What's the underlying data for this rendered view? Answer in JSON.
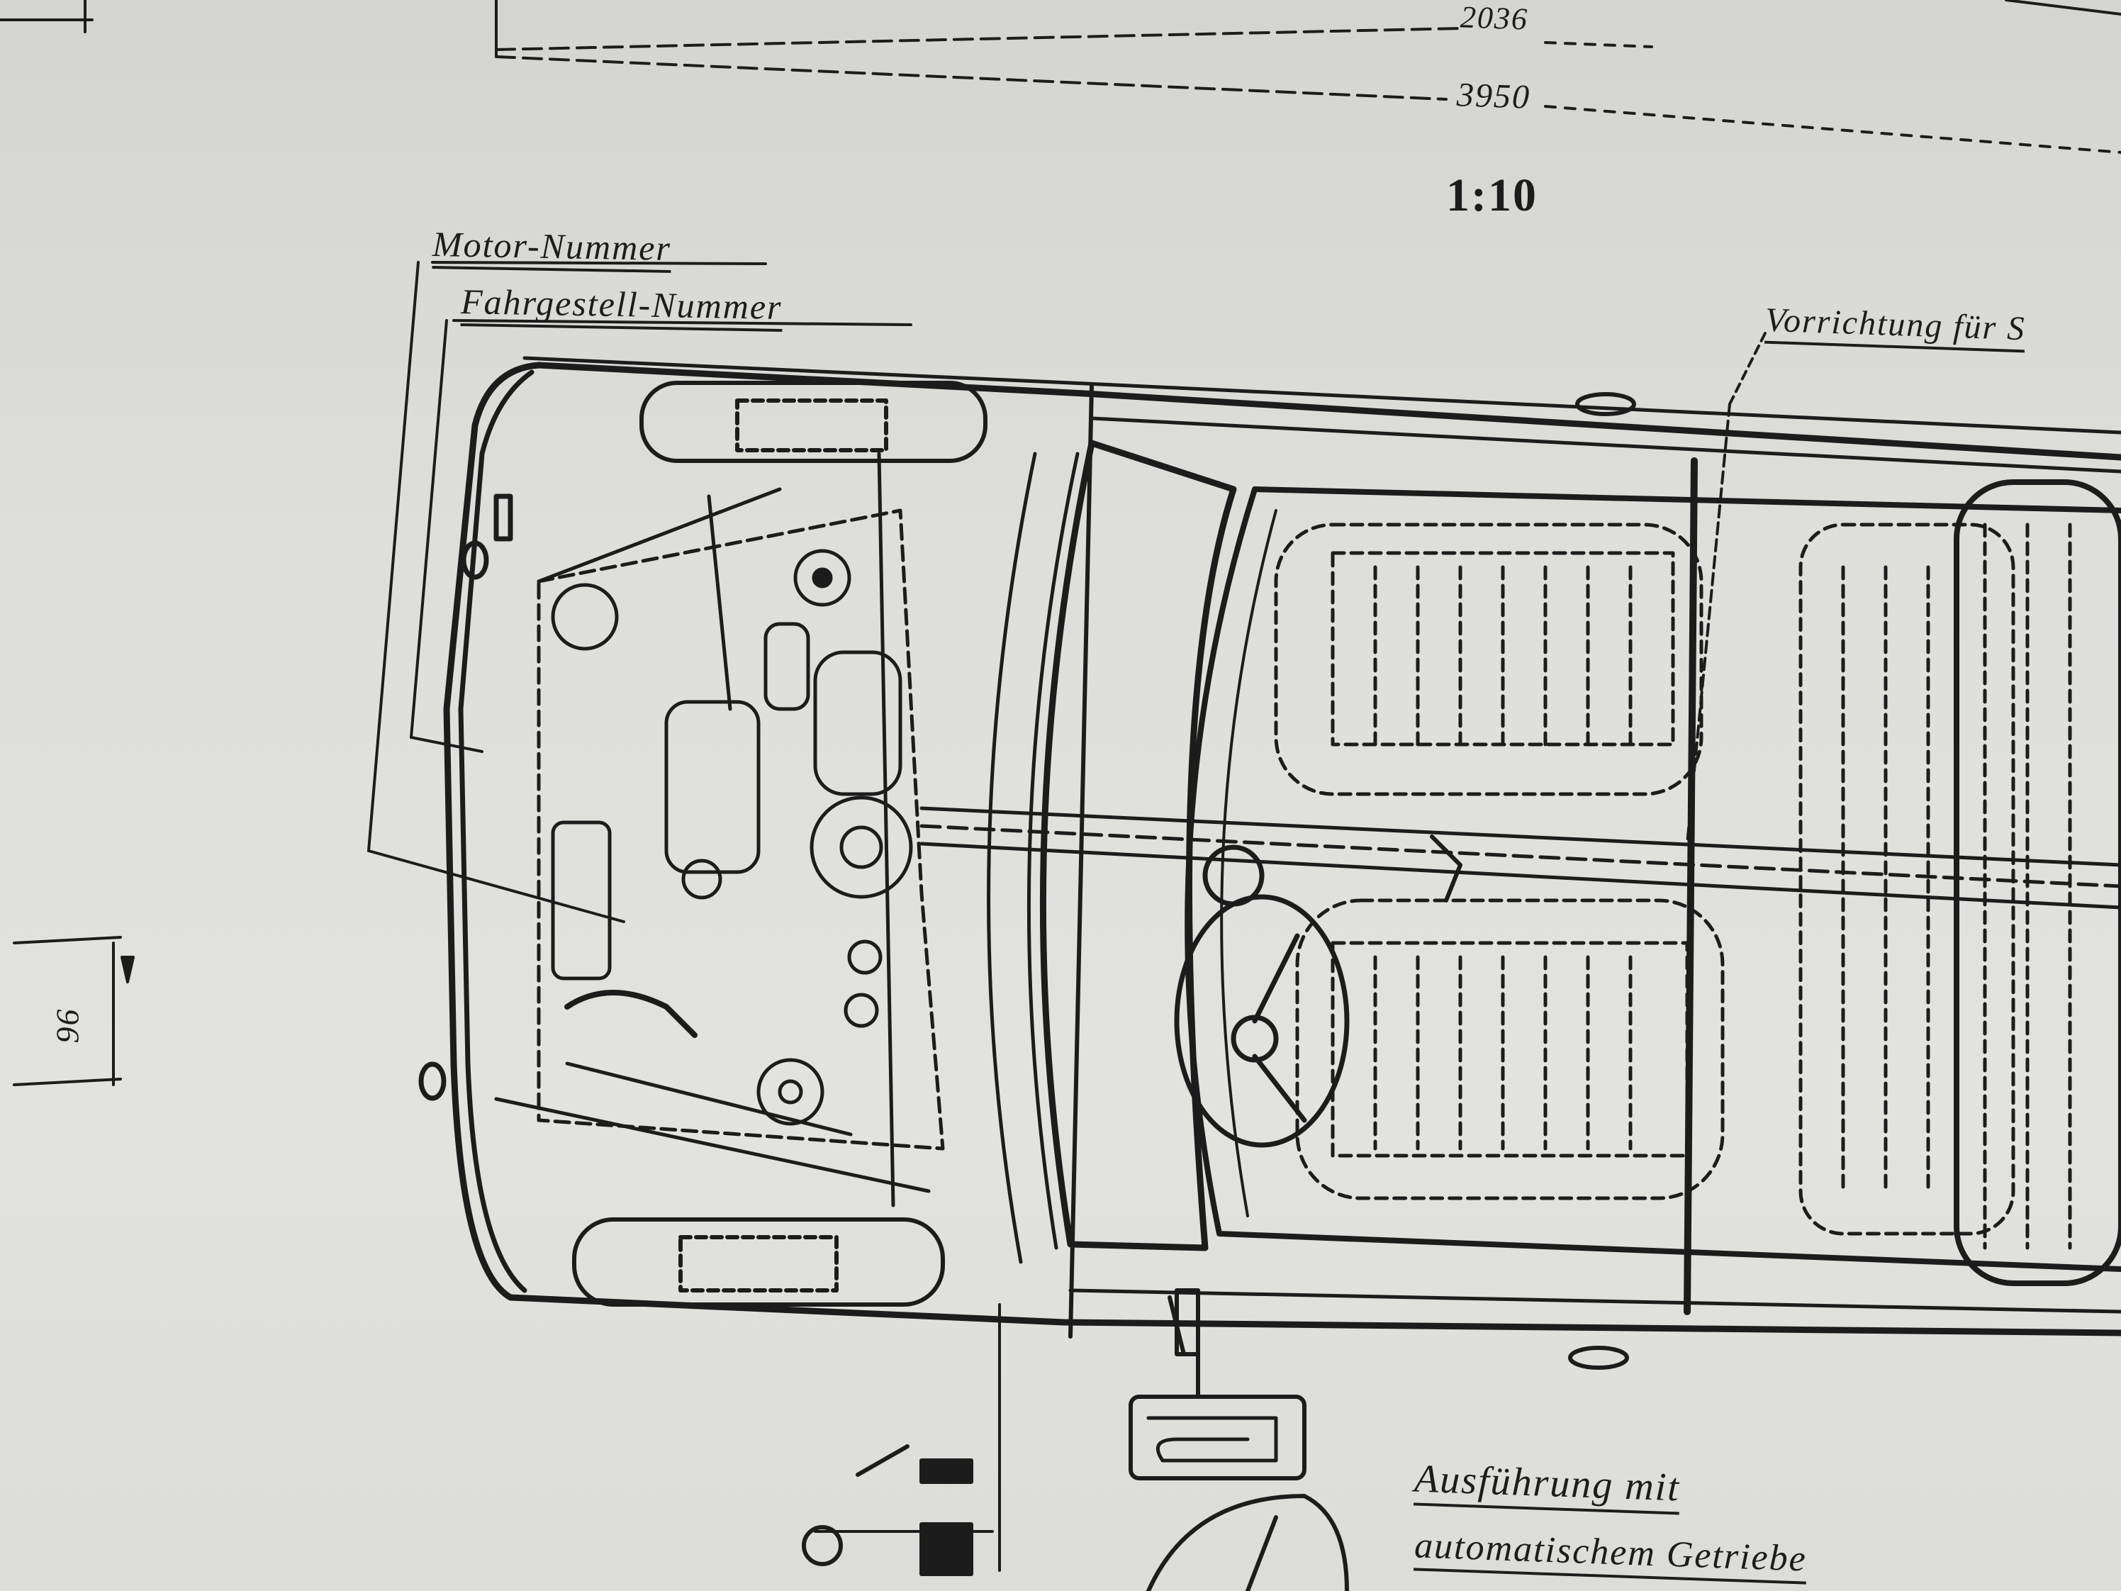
{
  "dimensions": {
    "dim_a": "2036",
    "dim_b": "3950",
    "scale": "1:10",
    "side_dim": "96"
  },
  "labels": {
    "motor_nummer": "Motor-Nummer",
    "fahrgestell_nummer": "Fahrgestell-Nummer",
    "vorrichtung": "Vorrichtung für S",
    "ausfuehrung_line1": "Ausführung mit",
    "ausfuehrung_line2": "automatischem Getriebe"
  },
  "colors": {
    "ink": "#1c1c1c",
    "paper": "#dededb"
  }
}
